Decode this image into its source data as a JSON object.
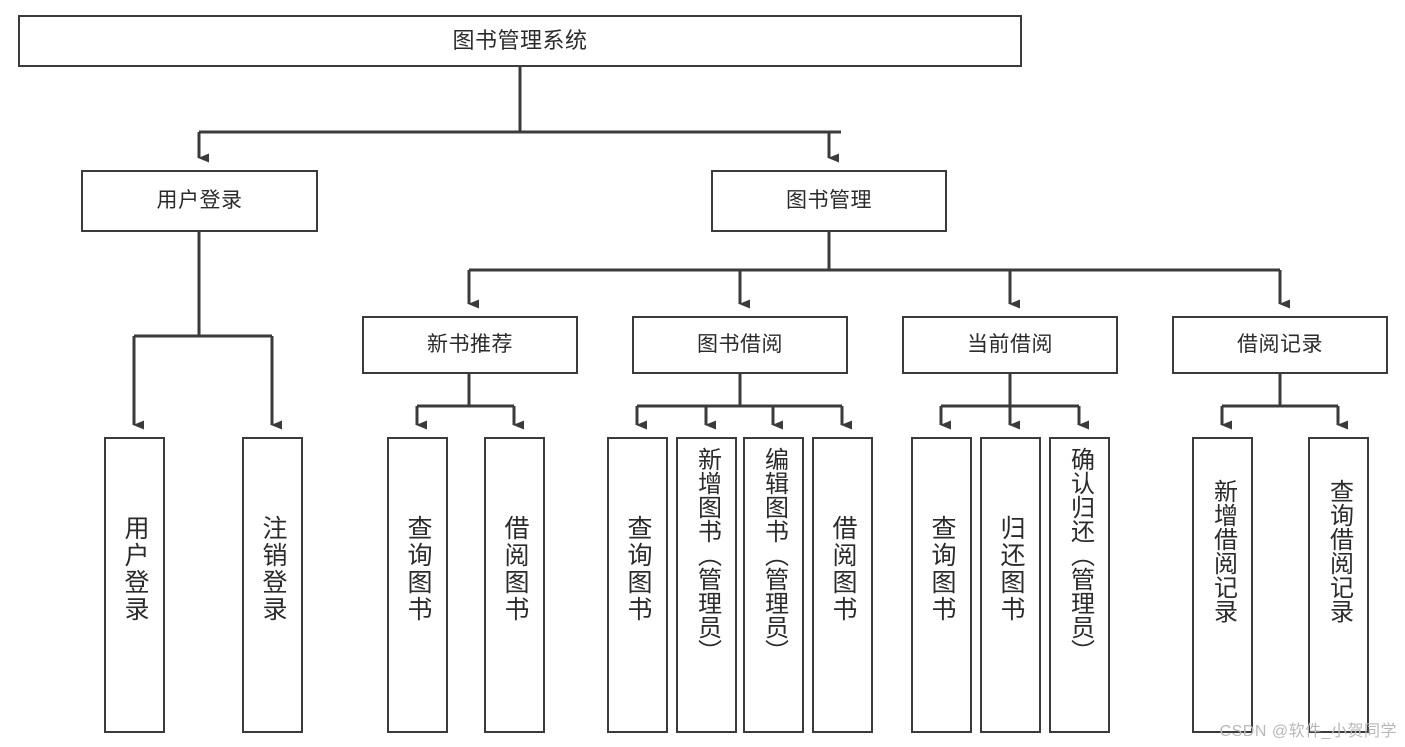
{
  "diagram": {
    "title": "图书管理系统",
    "type": "tree-hierarchy",
    "watermark": "CSDN @软件_小贺同学",
    "colors": {
      "background": "#ffffff",
      "node_border": "#3b3b3b",
      "node_fill": "#ffffff",
      "edge": "#3b3b3b",
      "text": "#2b2b2b",
      "watermark": "#b8b8b8"
    },
    "levels": {
      "root": "图书管理系统",
      "level2": [
        "用户登录",
        "图书管理"
      ],
      "level3": [
        "新书推荐",
        "图书借阅",
        "当前借阅",
        "借阅记录"
      ]
    }
  },
  "nodes": {
    "root": {
      "id": "root",
      "label": "图书管理系统",
      "level": 1
    },
    "user_login": {
      "id": "user_login",
      "label": "用户登录",
      "level": 2,
      "parent": "root"
    },
    "book_manage": {
      "id": "book_manage",
      "label": "图书管理",
      "level": 2,
      "parent": "root"
    },
    "new_book_rec": {
      "id": "new_book_rec",
      "label": "新书推荐",
      "level": 3,
      "parent": "book_manage"
    },
    "book_borrow": {
      "id": "book_borrow",
      "label": "图书借阅",
      "level": 3,
      "parent": "book_manage"
    },
    "current_borrow": {
      "id": "current_borrow",
      "label": "当前借阅",
      "level": 3,
      "parent": "book_manage"
    },
    "borrow_record": {
      "id": "borrow_record",
      "label": "借阅记录",
      "level": 3,
      "parent": "book_manage"
    },
    "leaf_user_login": {
      "id": "leaf_user_login",
      "label": "用户登录",
      "level": 4,
      "parent": "user_login"
    },
    "leaf_logout": {
      "id": "leaf_logout",
      "label": "注销登录",
      "level": 4,
      "parent": "user_login"
    },
    "leaf_query_book_1": {
      "id": "leaf_query_book_1",
      "label": "查询图书",
      "level": 4,
      "parent": "new_book_rec"
    },
    "leaf_borrow_book_1": {
      "id": "leaf_borrow_book_1",
      "label": "借阅图书",
      "level": 4,
      "parent": "new_book_rec"
    },
    "leaf_query_book_2": {
      "id": "leaf_query_book_2",
      "label": "查询图书",
      "level": 4,
      "parent": "book_borrow"
    },
    "leaf_add_book": {
      "id": "leaf_add_book",
      "label": "新增图书（管理员）",
      "level": 4,
      "parent": "book_borrow"
    },
    "leaf_edit_book": {
      "id": "leaf_edit_book",
      "label": "编辑图书（管理员）",
      "level": 4,
      "parent": "book_borrow"
    },
    "leaf_borrow_book_2": {
      "id": "leaf_borrow_book_2",
      "label": "借阅图书",
      "level": 4,
      "parent": "book_borrow"
    },
    "leaf_query_book_3": {
      "id": "leaf_query_book_3",
      "label": "查询图书",
      "level": 4,
      "parent": "current_borrow"
    },
    "leaf_return_book": {
      "id": "leaf_return_book",
      "label": "归还图书",
      "level": 4,
      "parent": "current_borrow"
    },
    "leaf_confirm_return": {
      "id": "leaf_confirm_return",
      "label": "确认归还（管理员）",
      "level": 4,
      "parent": "current_borrow"
    },
    "leaf_add_record": {
      "id": "leaf_add_record",
      "label": "新增借阅记录",
      "level": 4,
      "parent": "borrow_record"
    },
    "leaf_query_record": {
      "id": "leaf_query_record",
      "label": "查询借阅记录",
      "level": 4,
      "parent": "borrow_record"
    }
  }
}
